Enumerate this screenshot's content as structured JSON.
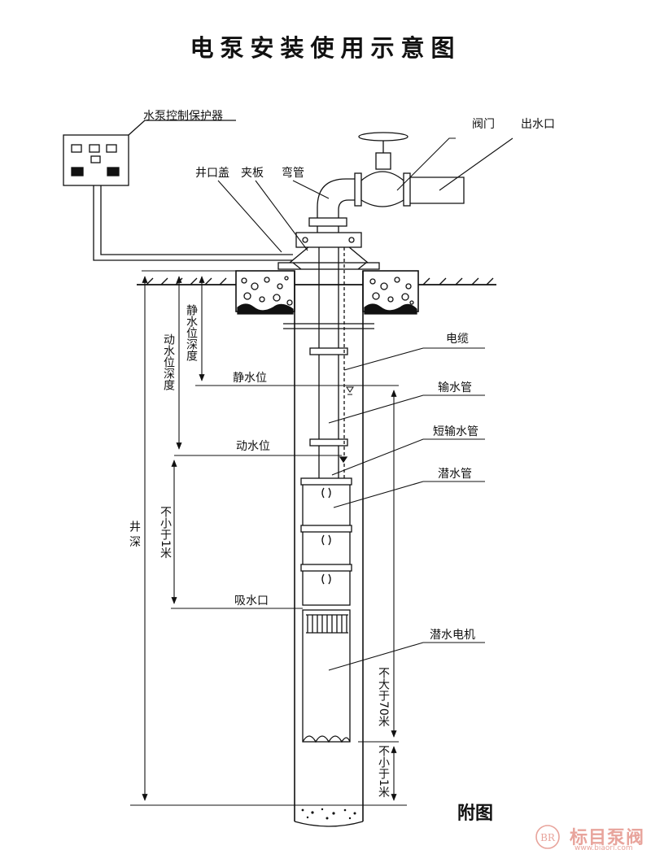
{
  "title": "电泵安装使用示意图",
  "labels": {
    "controller": "水泵控制保护器",
    "valve": "阀门",
    "outlet": "出水口",
    "well_cover": "井口盖",
    "clamp": "夹板",
    "elbow": "弯管",
    "cable": "电缆",
    "static_level": "静水位",
    "delivery_pipe": "输水管",
    "dynamic_level": "动水位",
    "short_pipe": "短输水管",
    "sub_pipe": "潜水管",
    "intake": "吸水口",
    "motor": "潜水电机",
    "static_depth": "静水位深度",
    "dynamic_depth": "动水位深度",
    "well_depth": "井 深",
    "min1_top": "不小于1米",
    "max70": "不大于70米",
    "min1_bottom": "不小于1米"
  },
  "appendix": "附图",
  "watermark": {
    "brand": "标目泵阀",
    "url": "www.biaori.com",
    "logo": "BR"
  }
}
